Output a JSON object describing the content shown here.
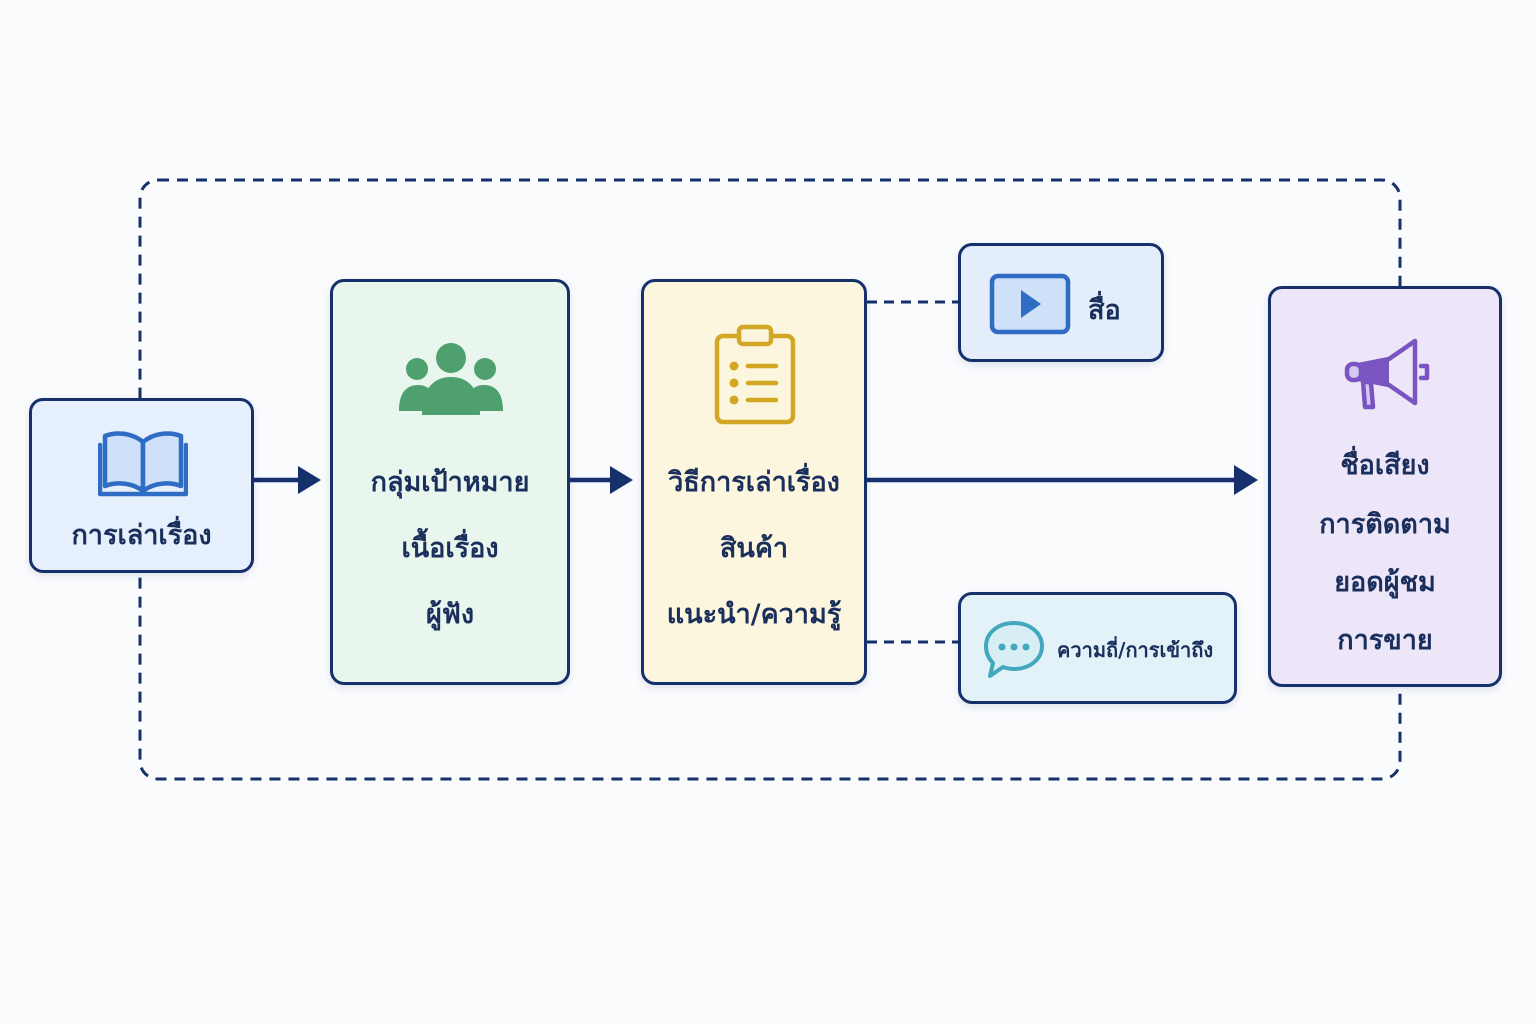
{
  "diagram": {
    "colors": {
      "stroke": "#15306b",
      "text": "#1b2f5c",
      "storytelling_fill": "#e6f0fc",
      "audience_fill": "#e8f6ee",
      "method_fill": "#fdf6de",
      "media_fill": "#e4eefb",
      "frequency_fill": "#e2f2f8",
      "outcomes_fill": "#ece6f8",
      "book_icon": "#2f6cc4",
      "people_icon": "#4fa06f",
      "clipboard_icon": "#d3a624",
      "play_icon": "#2f6cc4",
      "chat_icon": "#43a8bd",
      "megaphone_icon": "#7a55c2"
    },
    "nodes": {
      "storytelling": {
        "icon": "open-book-icon",
        "label": "การเล่าเรื่อง"
      },
      "audience": {
        "icon": "people-group-icon",
        "lines": [
          "กลุ่มเป้าหมาย",
          "เนื้อเรื่อง",
          "ผู้ฟัง"
        ]
      },
      "method": {
        "icon": "clipboard-list-icon",
        "lines": [
          "วิธีการเล่าเรื่อง",
          "สินค้า",
          "แนะนำ/ความรู้"
        ]
      },
      "media": {
        "icon": "video-play-icon",
        "label": "สื่อ"
      },
      "frequency": {
        "icon": "chat-bubble-icon",
        "label": "ความถี่/การเข้าถึง"
      },
      "outcomes": {
        "icon": "megaphone-icon",
        "lines": [
          "ชื่อเสียง",
          "การติดตาม",
          "ยอดผู้ชม",
          "การขาย"
        ]
      }
    }
  }
}
